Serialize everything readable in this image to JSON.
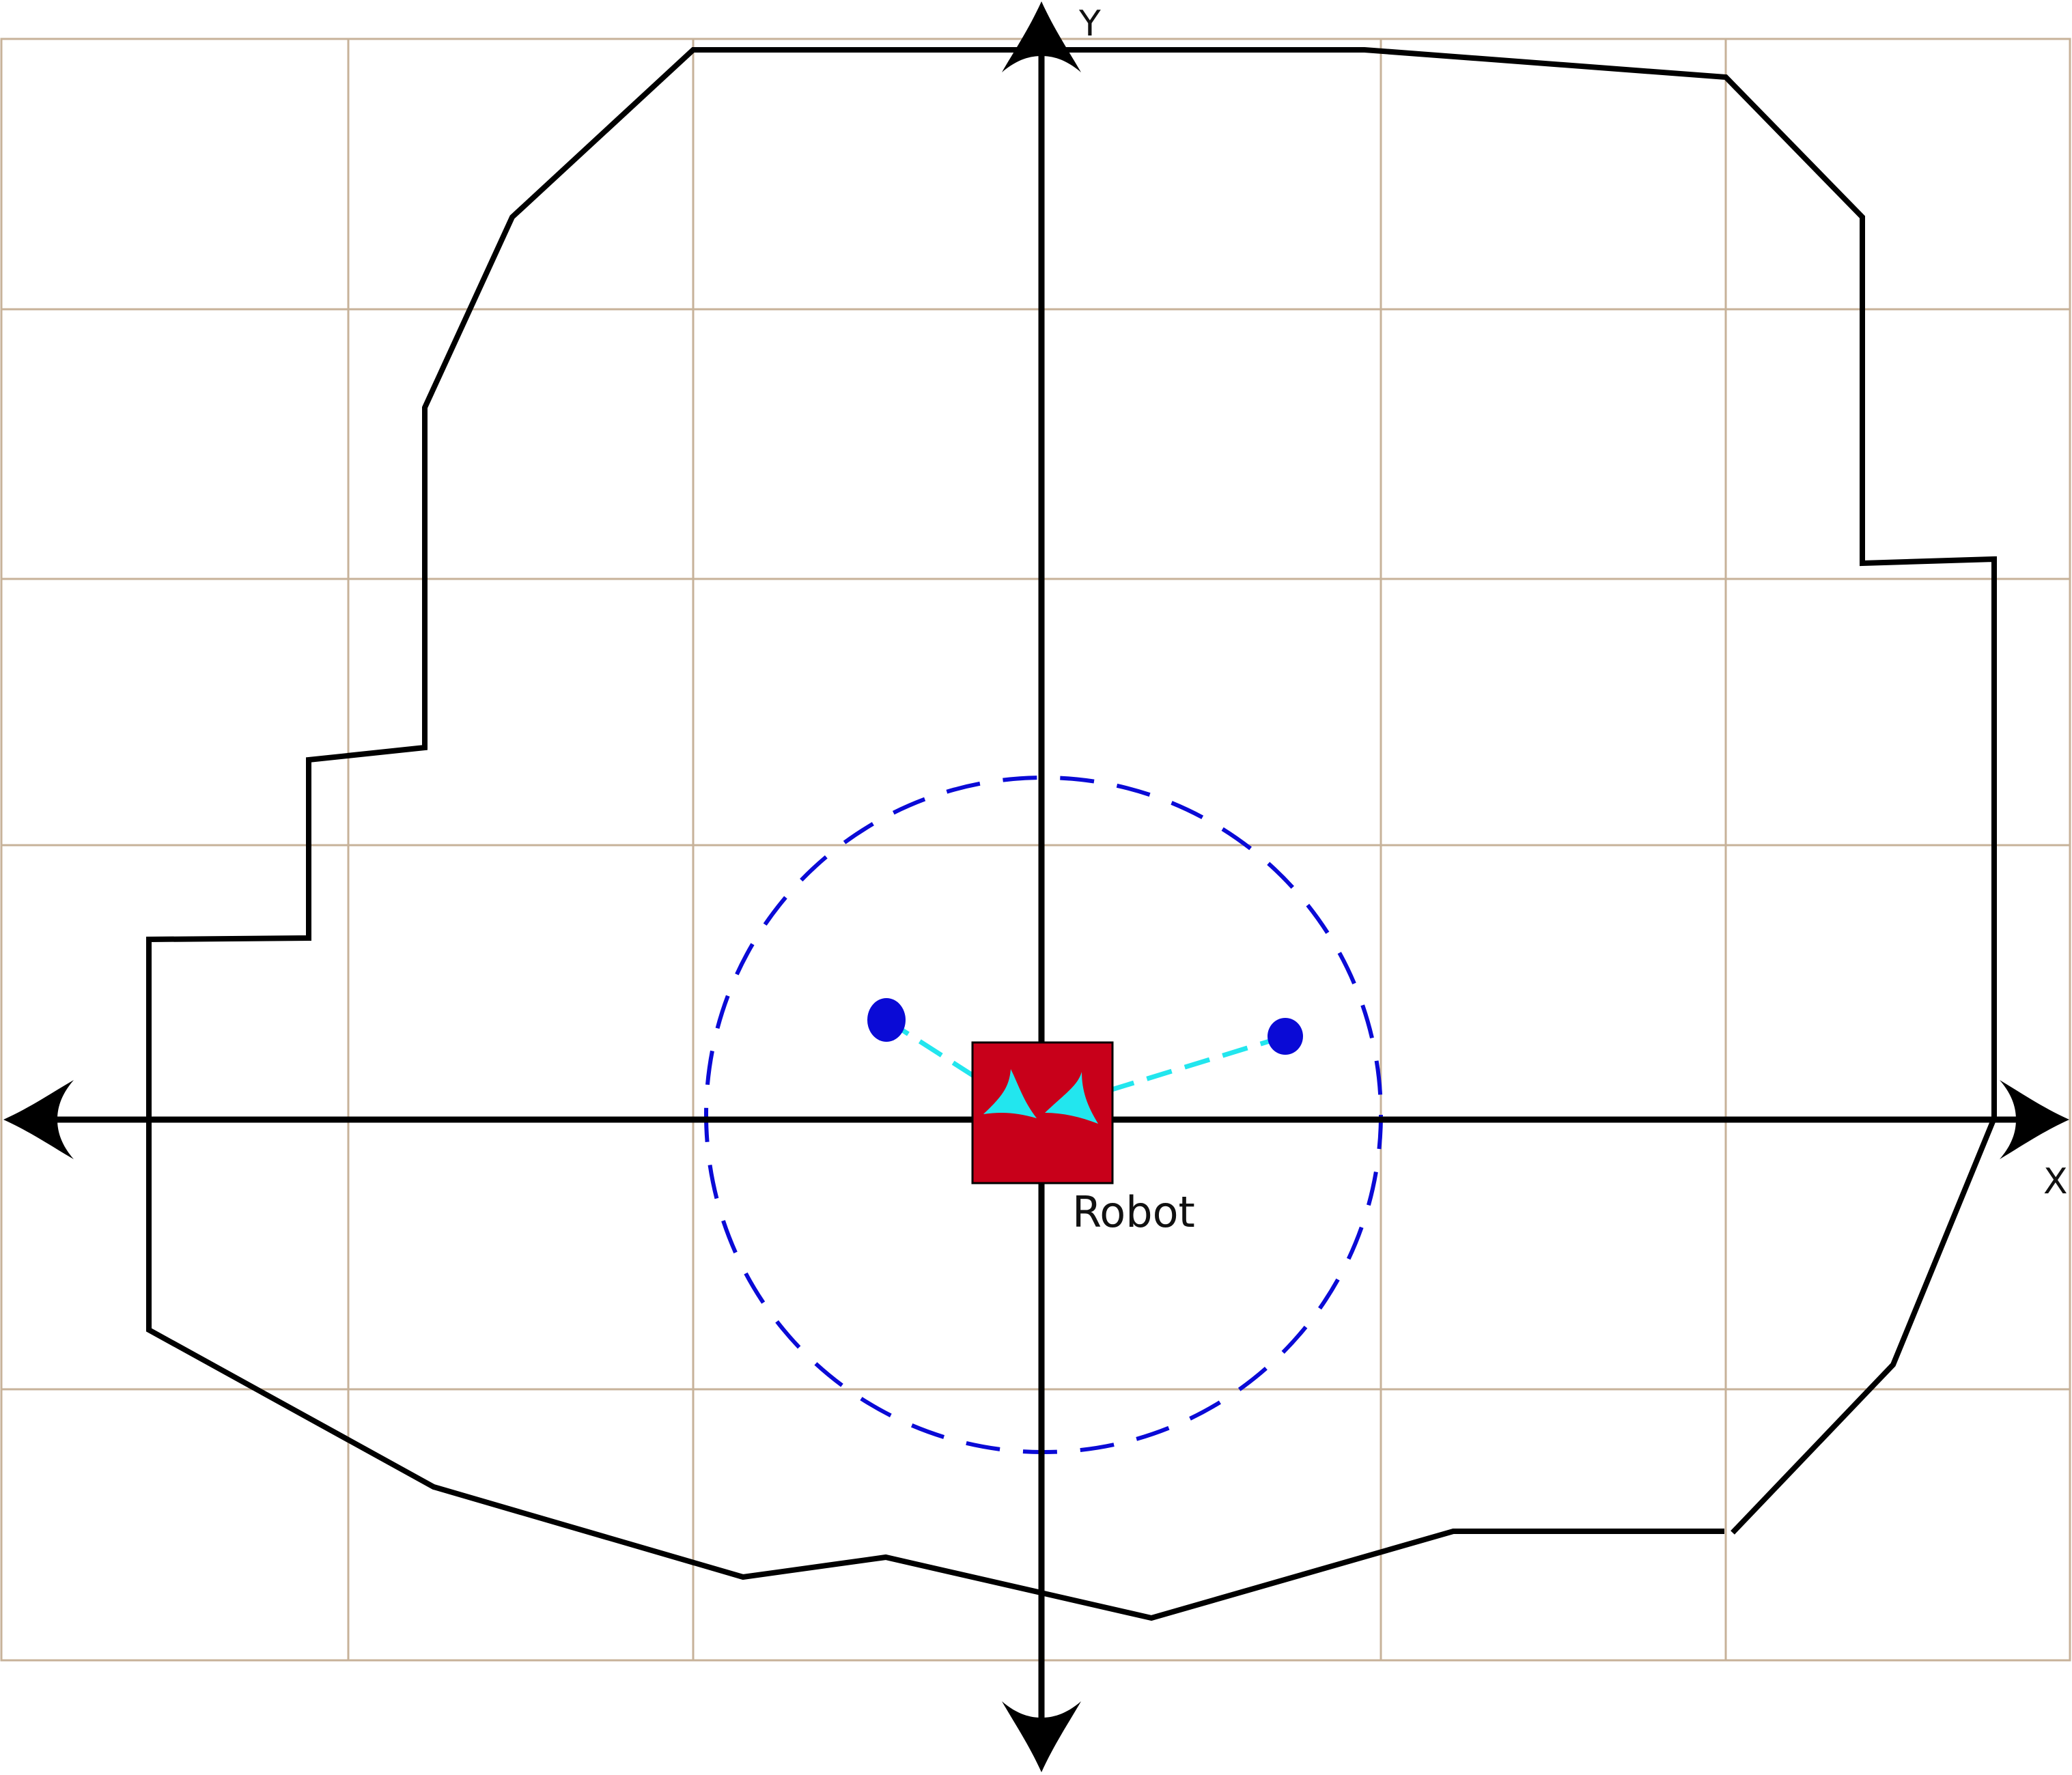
{
  "axes": {
    "x_label": "X",
    "y_label": "Y"
  },
  "robot": {
    "label": "Robot"
  },
  "colors": {
    "grid": "#c7b299",
    "axis": "#000000",
    "boundary": "#000000",
    "robot_fill": "#c8001a",
    "sensor_range": "#0a0ad6",
    "landmark": "#0a0ad6",
    "sensor_ray": "#22e6ee",
    "sensor_marker": "#22e6ee"
  },
  "elements": {
    "boundary": "environment-boundary",
    "sensor_range": "sensor-range-circle",
    "landmarks": [
      "landmark-left",
      "landmark-right"
    ]
  }
}
